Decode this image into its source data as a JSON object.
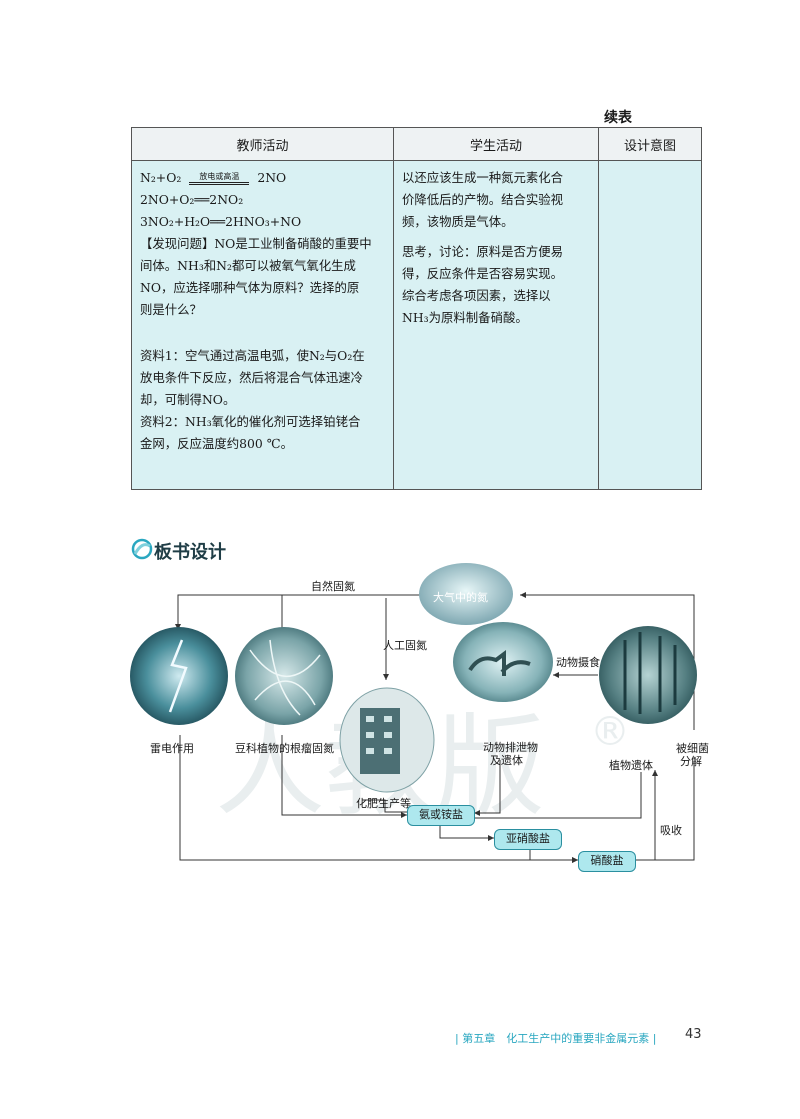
{
  "continued_label": "续表",
  "table": {
    "headers": [
      "教师活动",
      "学生活动",
      "设计意图"
    ],
    "teacher": {
      "eq1_left": "N₂+O₂",
      "eq1_condition": "放电或高温",
      "eq1_right": "2NO",
      "eq2": "2NO+O₂══2NO₂",
      "eq3": "3NO₂+H₂O══2HNO₃+NO",
      "lines": [
        "【发现问题】NO是工业制备硝酸的重要中",
        "间体。NH₃和N₂都可以被氧气氧化生成",
        "NO，应选择哪种气体为原料？选择的原",
        "则是什么？"
      ],
      "info_lines": [
        "资料1：空气通过高温电弧，使N₂与O₂在",
        "放电条件下反应，然后将混合气体迅速冷",
        "却，可制得NO。",
        "资料2：NH₃氧化的催化剂可选择铂铑合",
        "金网，反应温度约800 ℃。"
      ]
    },
    "student": {
      "lines": [
        "以还应该生成一种氮元素化合",
        "价降低后的产物。结合实验视",
        "频，该物质是气体。"
      ],
      "lines2": [
        "思考，讨论：原料是否方便易",
        "得，反应条件是否容易实现。",
        "综合考虑各项因素，选择以",
        "NH₃为原料制备硝酸。"
      ]
    },
    "design": ""
  },
  "section_title": "板书设计",
  "diagram": {
    "atmosphere": "大气中的氮",
    "natural_fixation": "自然固氮",
    "artificial_fixation": "人工固氮",
    "animal_eating": "动物摄食",
    "lightning": "雷电作用",
    "legume": "豆科植物的根瘤固氮",
    "fertilizer": "化肥生产等",
    "animal_waste_1": "动物排泄物",
    "animal_waste_2": "及遗体",
    "plant_remains": "植物遗体",
    "decompose_1": "被细菌",
    "decompose_2": "分解",
    "absorb": "吸收",
    "ammonia": "氨或铵盐",
    "nitrite": "亚硝酸盐",
    "nitrate": "硝酸盐",
    "watermark": "人教版",
    "registered": "®"
  },
  "footer": {
    "chapter": "| 第五章　化工生产中的重要非金属元素 |",
    "page": "43"
  },
  "colors": {
    "table_fill": "#d9f1f3",
    "header_fill": "#eef2f3",
    "accent": "#2aa7c0",
    "pill_fill": "#aee8ee"
  }
}
